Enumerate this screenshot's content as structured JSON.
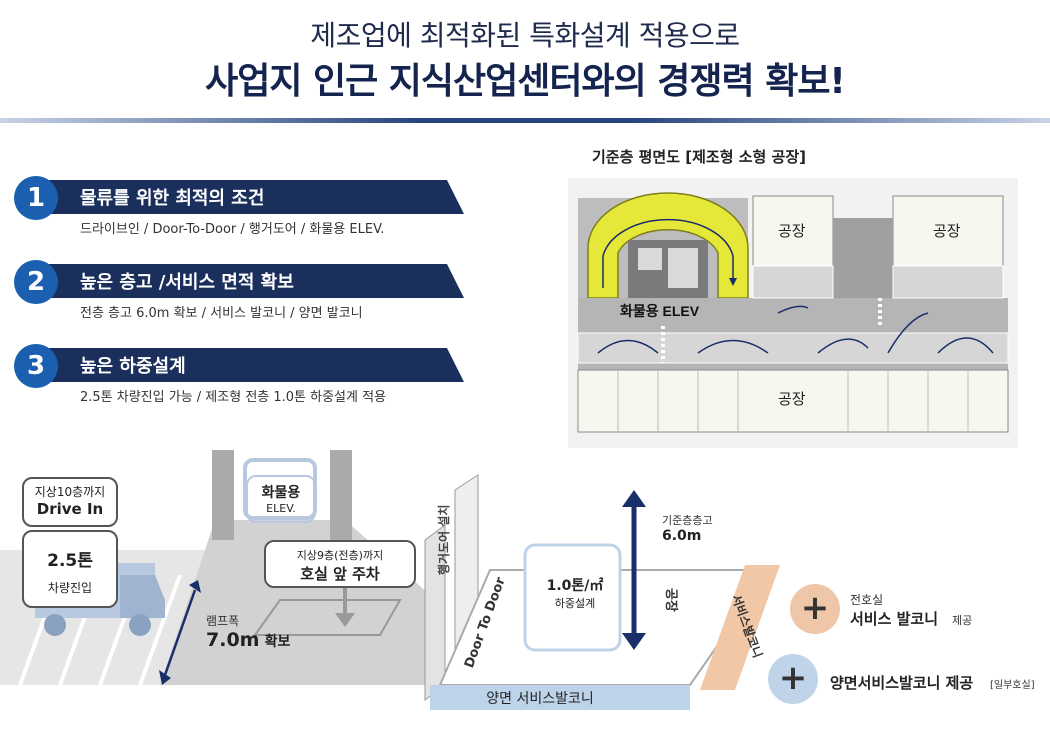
{
  "header": {
    "subtitle": "제조업에 최적화된 특화설계 적용으로",
    "title": "사업지 인근 지식산업센터와의 경쟁력 확보!"
  },
  "features": [
    {
      "num": "1",
      "label": "물류를 위한 최적의 조건",
      "desc": "드라이브인 / Door-To-Door / 행거도어 / 화물용 ELEV."
    },
    {
      "num": "2",
      "label": "높은 층고 /서비스 면적 확보",
      "desc": "전층 층고 6.0m 확보 / 서비스 발코니 / 양면 발코니"
    },
    {
      "num": "3",
      "label": "높은 하중설계",
      "desc": "2.5톤 차량진입 가능 / 제조형 전층 1.0톤 하중설계 적용"
    }
  ],
  "floorplan": {
    "title": "기준층 평면도 [제조형 소형 공장]",
    "factory_label": "공장",
    "elev_label": "화물용 ELEV"
  },
  "illustration": {
    "drive_in": {
      "line1": "지상10층까지",
      "line2": "Drive In"
    },
    "truck": {
      "line1": "2.5톤",
      "line2": "차량진입"
    },
    "elev": {
      "line1": "화물용",
      "line2": "ELEV."
    },
    "parking": {
      "line1": "지상9층(전층)까지",
      "line2": "호실 앞 주차"
    },
    "ramp": {
      "line1": "램프폭",
      "value": "7.0m",
      "suffix": "확보"
    },
    "hanger": "행거도어 설치",
    "door": "Door To Door",
    "load": {
      "line1": "1.0톤/㎡",
      "line2": "하중설계"
    },
    "height": {
      "line1": "기준층층고",
      "line2": "6.0m"
    },
    "factory": "공장",
    "service_balcony_side": "서비스발코니",
    "both_balcony": "양면 서비스발코니"
  },
  "legend": [
    {
      "icon": "+",
      "small": "전호실",
      "big": "서비스 발코니",
      "note": "제공",
      "color": "#efc6a8"
    },
    {
      "icon": "+",
      "small": "",
      "big": "양면서비스발코니 제공",
      "note": "[일부호실]",
      "color": "#bfd4e8"
    }
  ],
  "colors": {
    "navy": "#1b2f5c",
    "blue": "#1b5fb0",
    "ramp_yellow": "#e5e838",
    "balcony_orange": "#f1c7a6",
    "balcony_blue": "#bcd3ea"
  }
}
